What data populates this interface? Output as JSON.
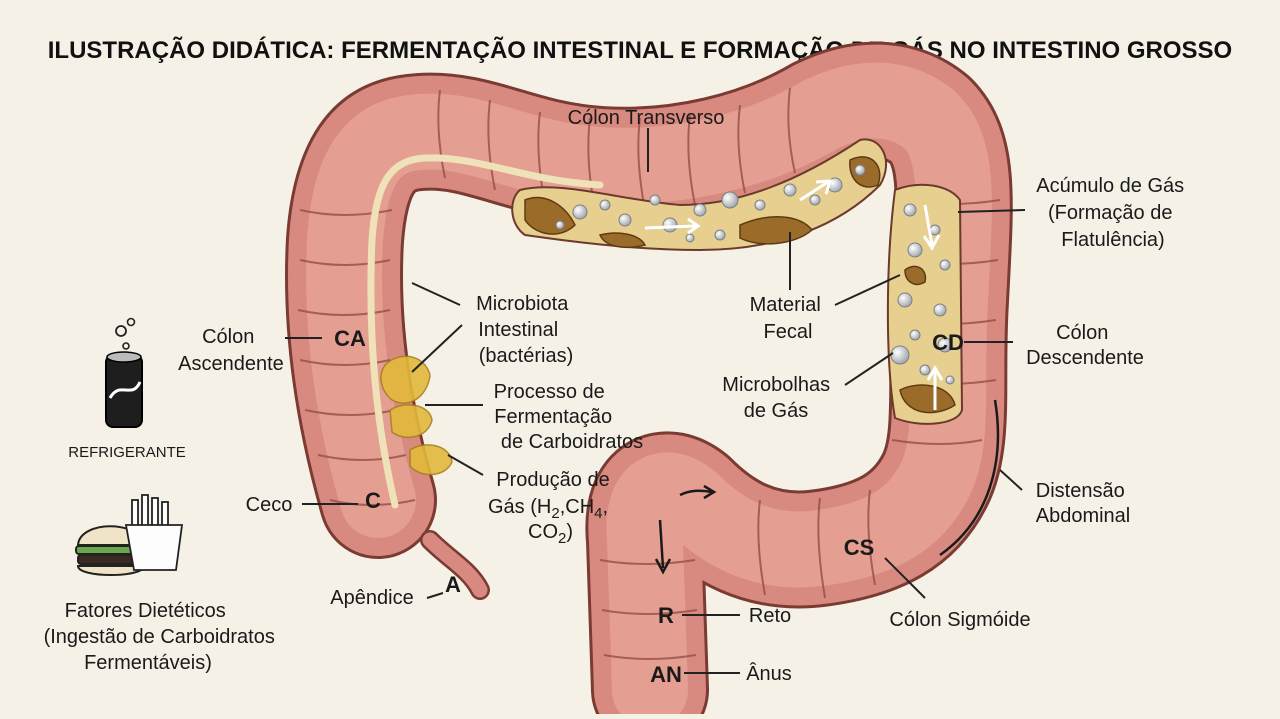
{
  "title": "ILUSTRAÇÃO DIDÁTICA: FERMENTAÇÃO INTESTINAL E FORMAÇÃO DE GÁS NO INTESTINO GROSSO",
  "labels": {
    "colon_transverso": "Cólon Transverso",
    "acumulo_1": "Acúmulo de Gás",
    "acumulo_2": "(Formação de",
    "acumulo_3": "Flatulência)",
    "material_1": "Material",
    "material_2": "Fecal",
    "colon_ascendente_1": "Cólon",
    "colon_ascendente_2": "Ascendente",
    "microbiota_1": "Microbiota",
    "microbiota_2": "Intestinal",
    "microbiota_3": "(bactérias)",
    "processo_1": "Processo de",
    "processo_2": "Fermentação",
    "processo_3": "de Carboidratos",
    "producao_1": "Produção de",
    "producao_2a": "Gás (H",
    "producao_2b": "2",
    "producao_2c": ",CH",
    "producao_2d": "4",
    "producao_2e": ",",
    "producao_3a": "CO",
    "producao_3b": "2",
    "producao_3c": ")",
    "microbolhas_1": "Microbolhas",
    "microbolhas_2": "de Gás",
    "colon_descendente_1": "Cólon",
    "colon_descendente_2": "Descendente",
    "distensao_1": "Distensão",
    "distensao_2": "Abdominal",
    "ceco": "Ceco",
    "apendice": "Apêndice",
    "reto": "Reto",
    "anus": "Ânus",
    "colon_sigmoide": "Cólon Sigmóide",
    "refrigerante": "REFRIGERANTE",
    "fatores_1": "Fatores Dietéticos",
    "fatores_2": "(Ingestão de Carboidratos",
    "fatores_3": "Fermentáveis)"
  },
  "codes": {
    "ca": "CA",
    "c": "C",
    "a": "A",
    "cd": "CD",
    "cs": "CS",
    "r": "R",
    "an": "AN"
  },
  "colors": {
    "background": "#f5f1e6",
    "colon_wall": "#d98a80",
    "colon_outline": "#7a3b33",
    "colon_inner": "#e9a79a",
    "taenia": "#efe2b8",
    "feces": "#9b6b2a",
    "gas_bubble": "#e8e8ea",
    "fermentation": "#e3b93c"
  },
  "icons": [
    "soda-can-icon",
    "burger-icon",
    "fries-icon"
  ]
}
